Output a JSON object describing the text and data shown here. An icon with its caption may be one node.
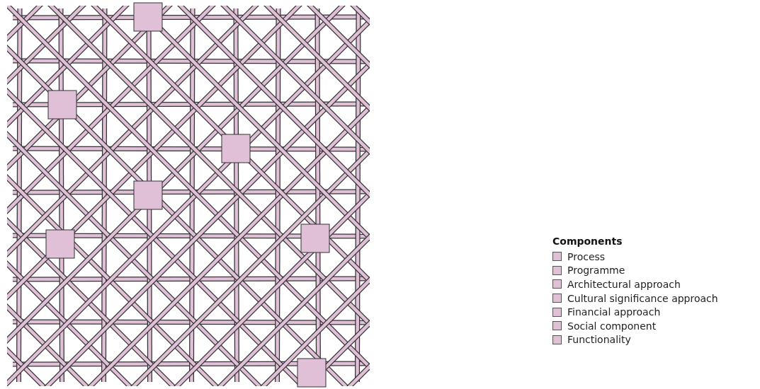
{
  "diagram": {
    "labels": [
      "Components"
    ],
    "legend": [
      {
        "text": "Process",
        "color": "#e0c0d6"
      },
      {
        "text": "Programme",
        "color": "#e0c0d6"
      },
      {
        "text": "Architectural approach",
        "color": "#e0c0d6"
      },
      {
        "text": "Cultural significance approach",
        "color": "#e0c0d6"
      },
      {
        "text": "Financial approach",
        "color": "#e0c0d6"
      },
      {
        "text": "Social component",
        "color": "#e0c0d6"
      },
      {
        "text": "Functionality",
        "color": "#e0c0d6"
      }
    ]
  }
}
